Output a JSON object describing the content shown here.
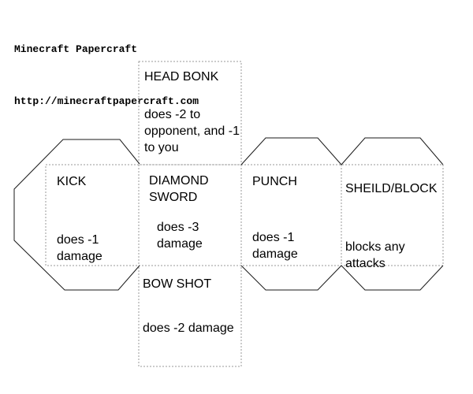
{
  "header": {
    "title": "Minecraft Papercraft",
    "url": "http://minecraftpapercraft.com"
  },
  "panels": {
    "head_bonk": {
      "title": "HEAD BONK",
      "body": "does -2 to\nopponent, and -1\nto you"
    },
    "kick": {
      "title": "KICK",
      "body": "does -1\ndamage"
    },
    "diamond_sword": {
      "title": "DIAMOND\nSWORD",
      "body": "does -3\ndamage"
    },
    "punch": {
      "title": "PUNCH",
      "body": "does -1\ndamage"
    },
    "shield_block": {
      "title": "SHEILD/BLOCK",
      "body": "blocks any\nattacks"
    },
    "bow_shot": {
      "title": "BOW SHOT",
      "body": "does -2 damage"
    }
  },
  "colors": {
    "background": "#ffffff",
    "text": "#000000",
    "line_solid": "#1a1a1a",
    "line_dotted": "#999999"
  }
}
